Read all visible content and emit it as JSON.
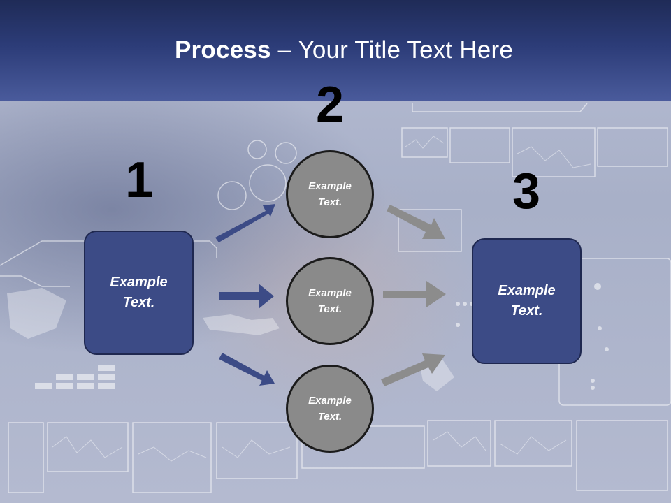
{
  "title": {
    "bold": "Process",
    "rest": " – Your Title Text Here"
  },
  "steps": {
    "one": "1",
    "two": "2",
    "three": "3"
  },
  "left_box": {
    "line1": "Example",
    "line2": "Text."
  },
  "right_box": {
    "line1": "Example",
    "line2": "Text."
  },
  "circles": [
    {
      "line1": "Example",
      "line2": "Text."
    },
    {
      "line1": "Example",
      "line2": "Text."
    },
    {
      "line1": "Example",
      "line2": "Text."
    }
  ],
  "colors": {
    "header": "#2c3c78",
    "box": "#3c4b86",
    "circle": "#8a8a8a",
    "blue_arrow": "#3c4b86",
    "gray_arrow": "#8c8c8c"
  }
}
